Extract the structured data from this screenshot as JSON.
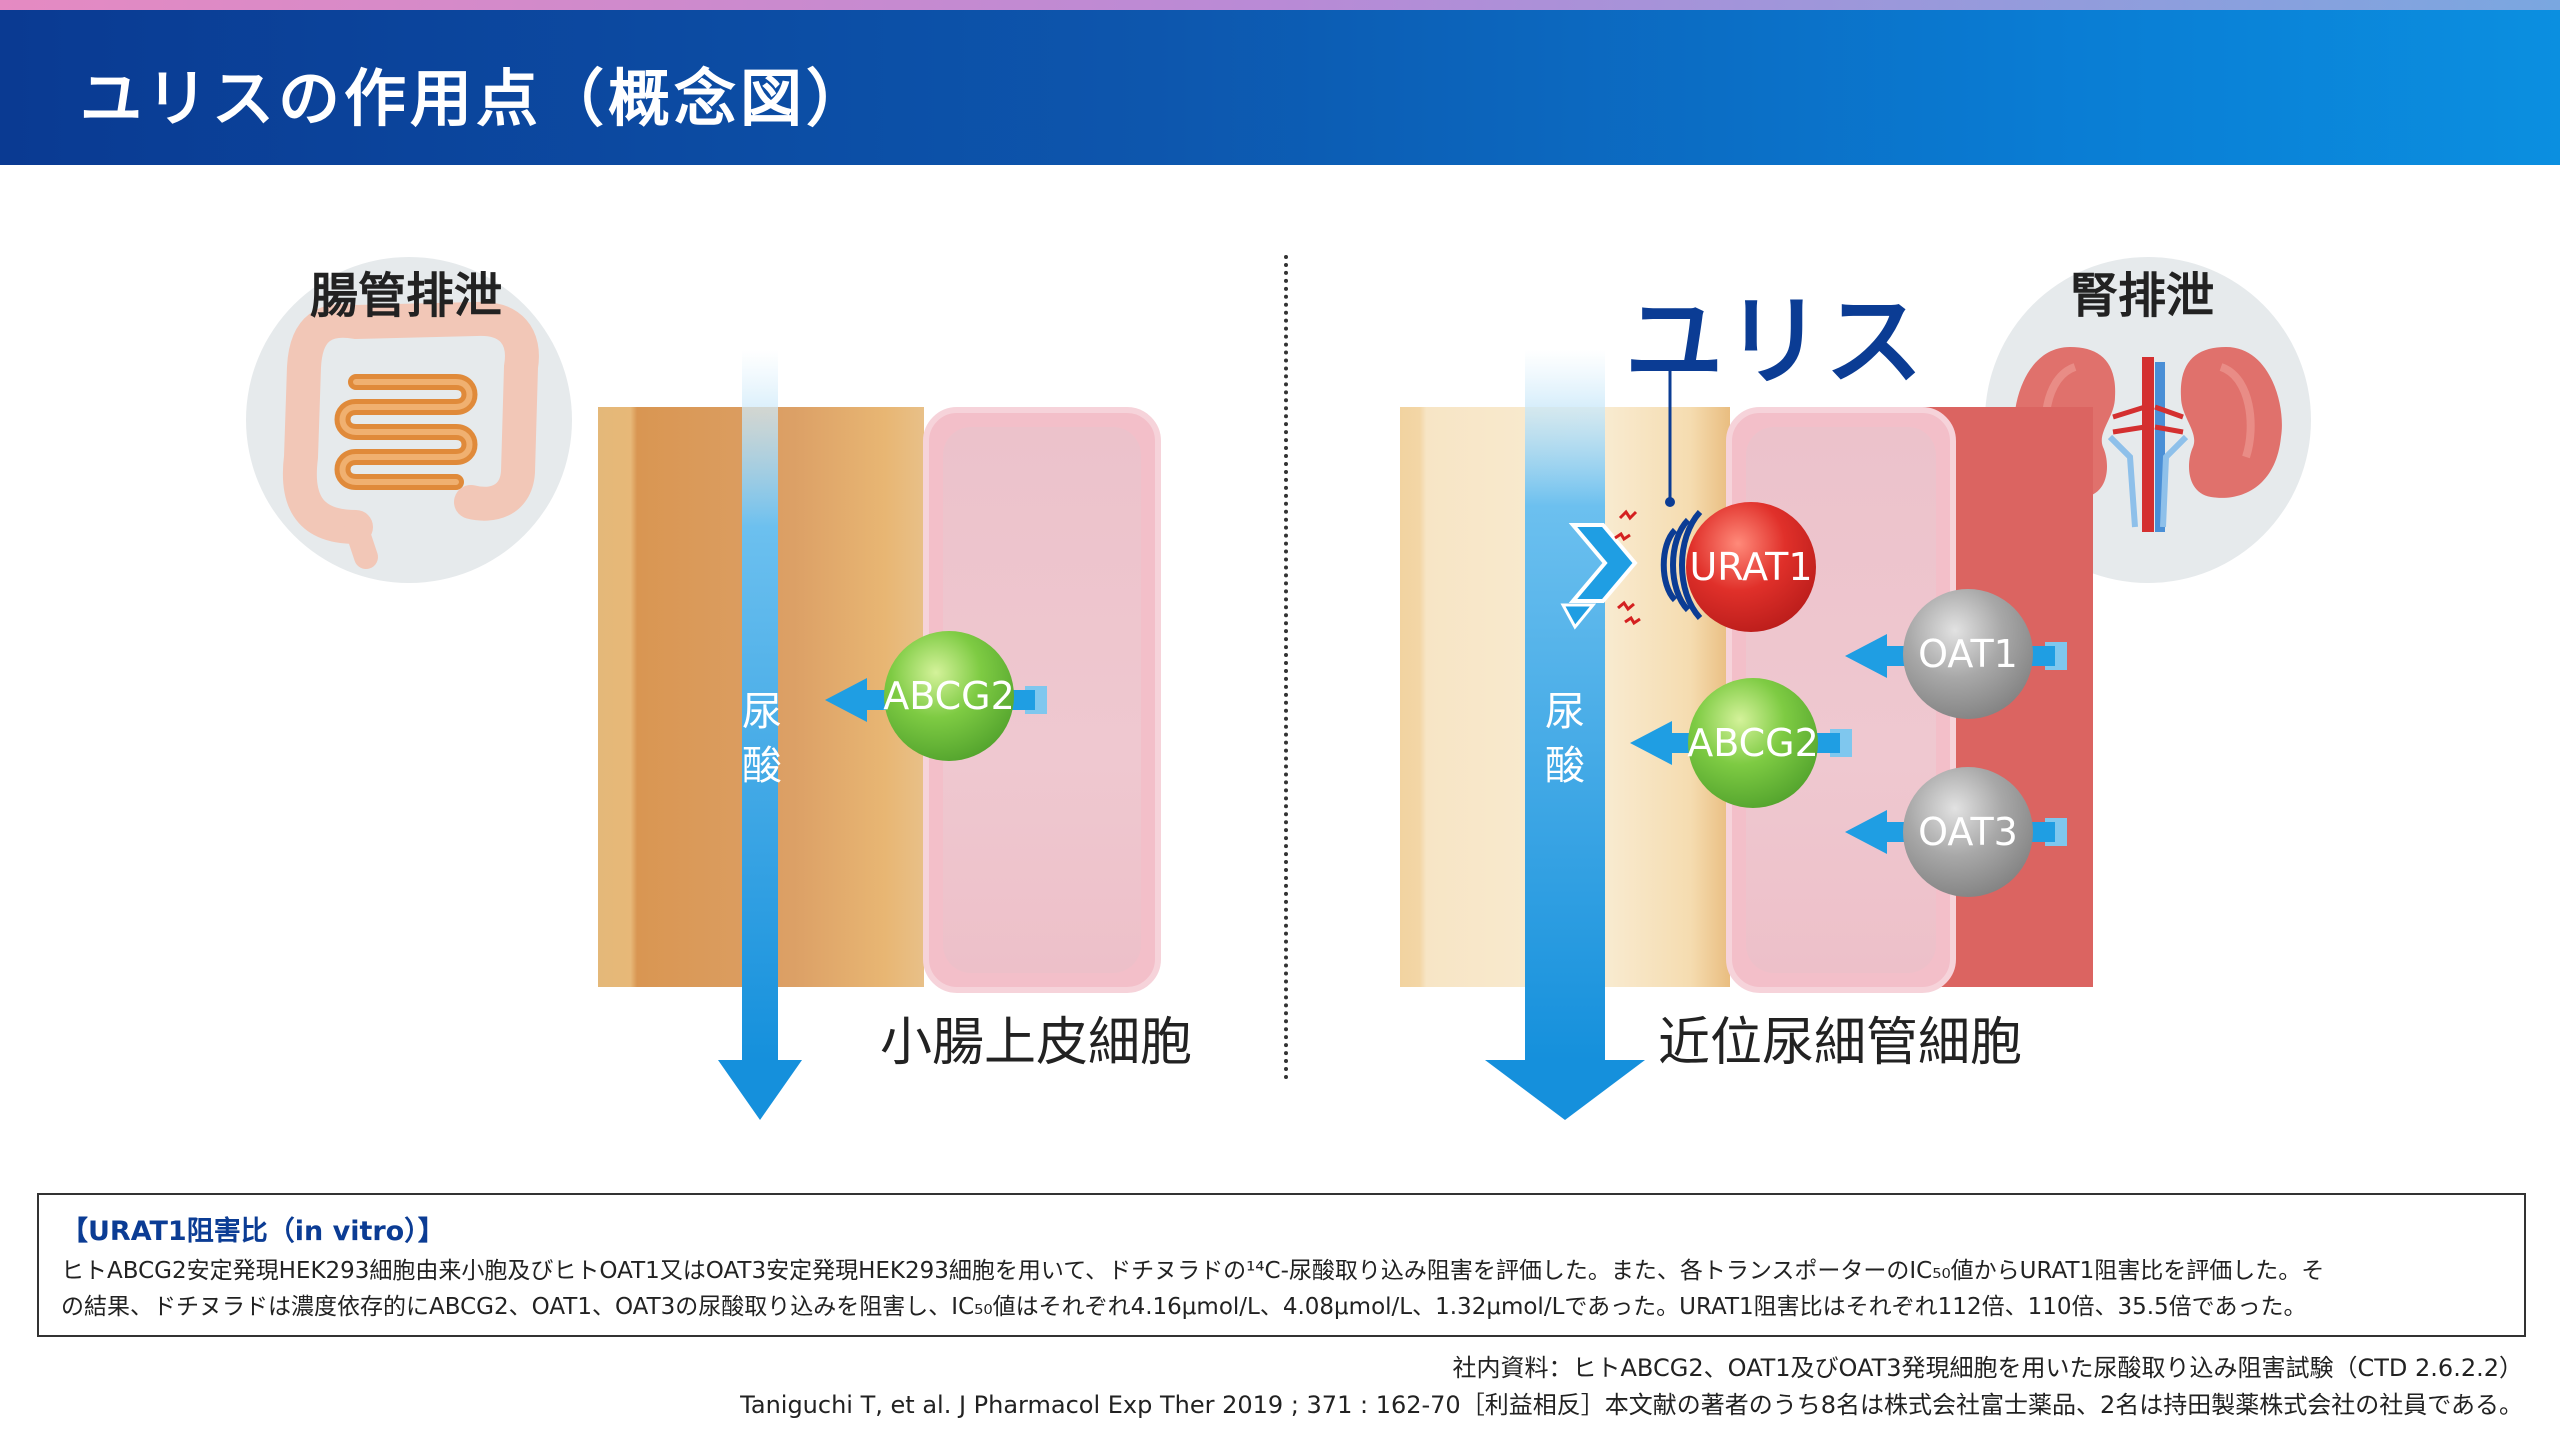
{
  "header": {
    "title": "ユリスの作用点（概念図）"
  },
  "left_panel": {
    "title": "腸管排泄",
    "cell_caption": "小腸上皮細胞",
    "flow_label": "尿酸",
    "transporter": "ABCG2",
    "icon": "intestine-icon"
  },
  "right_panel": {
    "title": "腎排泄",
    "drug_label": "ユリス",
    "cell_caption": "近位尿細管細胞",
    "flow_label": "尿酸",
    "transporters": [
      "URAT1",
      "OAT1",
      "ABCG2",
      "OAT3"
    ],
    "icon": "kidney-icon"
  },
  "info": {
    "title": "【URAT1阻害比（in vitro）】",
    "line1": "ヒトABCG2安定発現HEK293細胞由来小胞及びヒトOAT1又はOAT3安定発現HEK293細胞を用いて、ドチヌラドの¹⁴C-尿酸取り込み阻害を評価した。また、各トランスポーターのIC₅₀値からURAT1阻害比を評価した。そ",
    "line2": "の結果、ドチヌラドは濃度依存的にABCG2、OAT1、OAT3の尿酸取り込みを阻害し、IC₅₀値はそれぞれ4.16μmol/L、4.08μmol/L、1.32μmol/Lであった。URAT1阻害比はそれぞれ112倍、110倍、35.5倍であった。"
  },
  "sources": {
    "line1": "社内資料：ヒトABCG2、OAT1及びOAT3発現細胞を用いた尿酸取り込み阻害試験（CTD 2.6.2.2）",
    "line2": "Taniguchi T, et al. J Pharmacol Exp Ther 2019 ; 371 : 162-70［利益相反］本文献の著者のうち8名は株式会社富士薬品、2名は持田製薬株式会社の社員である。"
  },
  "colors": {
    "header_start": "#0a3a92",
    "header_end": "#0b8fe0",
    "uric_acid_flow": "#1a9ae0",
    "drug_label": "#0b3c94",
    "urat1": "#e0302a",
    "abcg2": "#6bbf3c",
    "oat": "#9a9a9a"
  }
}
